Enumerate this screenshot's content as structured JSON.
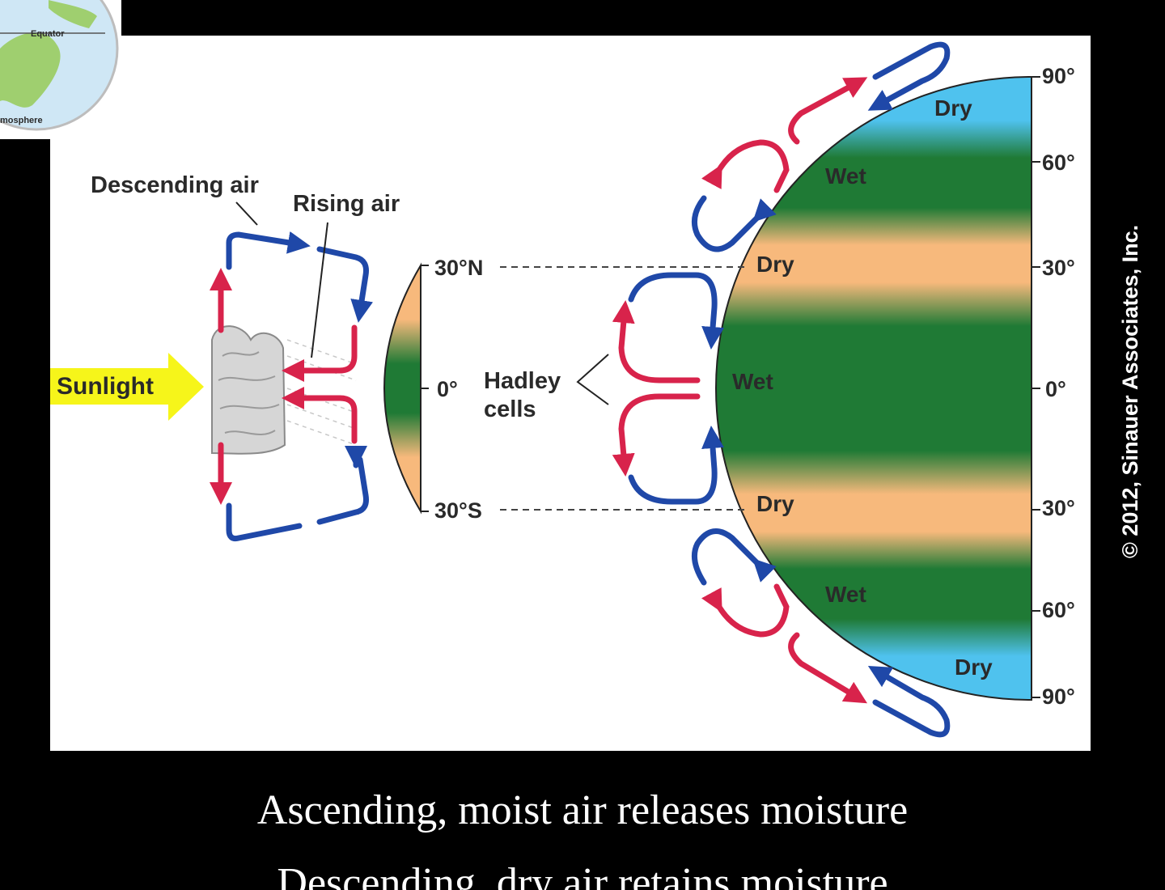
{
  "figure": {
    "labels": {
      "descending_air": "Descending air",
      "rising_air": "Rising air",
      "sunlight": "Sunlight",
      "lat_30n": "30°N",
      "lat_0": "0°",
      "lat_30s": "30°S",
      "hadley_line1": "Hadley",
      "hadley_line2": "cells"
    },
    "zones": {
      "dry_top": "Dry",
      "wet_upper": "Wet",
      "dry_30n": "Dry",
      "wet_equator": "Wet",
      "dry_30s": "Dry",
      "wet_lower": "Wet",
      "dry_bottom": "Dry"
    },
    "latitude_ticks": [
      "90°",
      "60°",
      "30°",
      "0°",
      "30°",
      "60°",
      "90°"
    ],
    "inset": {
      "equator_label": "Equator",
      "atmosphere_label": "mosphere"
    },
    "colors": {
      "warm_arrow": "#d8234b",
      "cool_arrow": "#1f48a8",
      "wet_zone": "#1f7a35",
      "dry_zone": "#f7b97c",
      "polar_zone": "#4fc2ee",
      "sunlight": "#f6f51a"
    }
  },
  "copyright": "© 2012, Sinauer Associates, Inc.",
  "caption": {
    "line1": "Ascending, moist air releases moisture",
    "line2": "Descending, dry air retains moisture"
  }
}
